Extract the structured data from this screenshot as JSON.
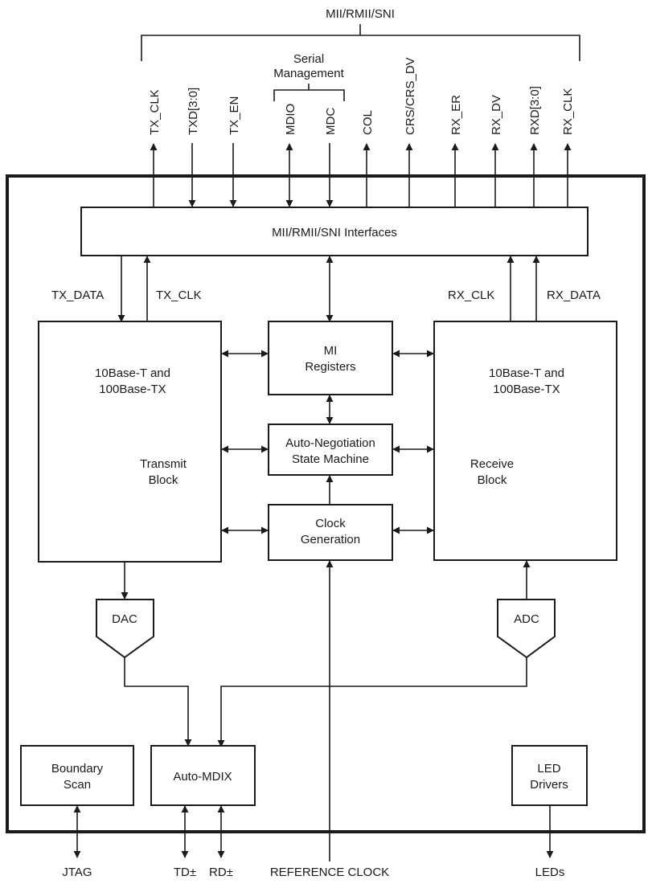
{
  "top": {
    "bus_label": "MII/RMII/SNI",
    "serial_mgmt_line1": "Serial",
    "serial_mgmt_line2": "Management",
    "pins": [
      "TX_CLK",
      "TXD[3:0]",
      "TX_EN",
      "MDIO",
      "MDC",
      "COL",
      "CRS/CRS_DV",
      "RX_ER",
      "RX_DV",
      "RXD[3:0]",
      "RX_CLK"
    ]
  },
  "interfaces": {
    "label": "MII/RMII/SNI Interfaces"
  },
  "signals": {
    "tx_data": "TX_DATA",
    "tx_clk": "TX_CLK",
    "rx_clk": "RX_CLK",
    "rx_data": "RX_DATA"
  },
  "transmit": {
    "line1": "10Base-T and",
    "line2": "100Base-TX",
    "line3": "Transmit",
    "line4": "Block"
  },
  "receive": {
    "line1": "10Base-T and",
    "line2": "100Base-TX",
    "line3": "Receive",
    "line4": "Block"
  },
  "mi_registers": {
    "line1": "MI",
    "line2": "Registers"
  },
  "auto_neg": {
    "line1": "Auto-Negotiation",
    "line2": "State Machine"
  },
  "clock_gen": {
    "line1": "Clock",
    "line2": "Generation"
  },
  "dac": {
    "label": "DAC"
  },
  "adc": {
    "label": "ADC"
  },
  "boundary_scan": {
    "line1": "Boundary",
    "line2": "Scan"
  },
  "auto_mdix": {
    "label": "Auto-MDIX"
  },
  "led_drivers": {
    "line1": "LED",
    "line2": "Drivers"
  },
  "bottom": {
    "jtag": "JTAG",
    "td": "TD±",
    "rd": "RD±",
    "ref_clock": "REFERENCE CLOCK",
    "leds": "LEDs"
  }
}
